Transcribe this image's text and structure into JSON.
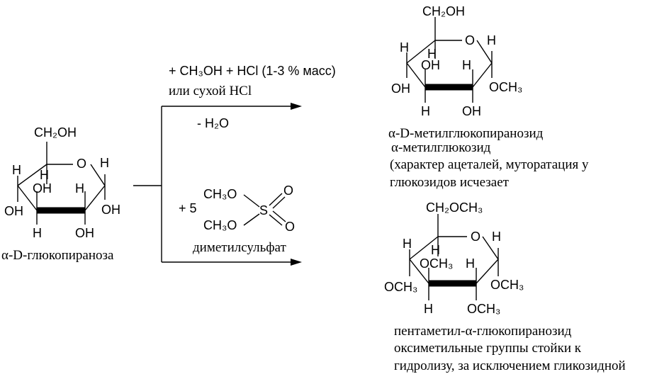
{
  "reactant": {
    "atoms": {
      "ch2oh": "CH₂OH",
      "o": "O",
      "h_tl": "H",
      "h_c4": "H",
      "oh_c3": "OH",
      "h_c2": "H",
      "h_tr": "H",
      "oh_left": "OH",
      "oh_right": "OH",
      "h_bottom": "H",
      "oh_bottom": "OH"
    },
    "name": "α-D-глюкопираноза"
  },
  "reaction1": {
    "line1": "+ CH₃OH + HCl (1-3 % масс)",
    "line2": "или сухой HCl",
    "byproduct": "- H₂O"
  },
  "reaction2": {
    "coeff": "+ 5",
    "ch3o_top": "CH₃O",
    "ch3o_bottom": "CH₃O",
    "s": "S",
    "o_top": "O",
    "o_bottom": "O",
    "reagent_name": "диметилсульфат"
  },
  "product1": {
    "atoms": {
      "ch2oh": "CH₂OH",
      "o": "O",
      "h_tl": "H",
      "h_c4": "H",
      "oh_c3": "OH",
      "h_c2": "H",
      "h_tr": "H",
      "oh_left": "OH",
      "och3_right": "OCH₃",
      "h_bottom": "H",
      "oh_bottom": "OH"
    },
    "name_line1": "α-D-метилглюкопиранозид",
    "name_line2": "α-метилглюкозид",
    "note_line1": "(характер ацеталей, мутоpатация у",
    "note_line2": "глюкозидов исчезает"
  },
  "product2": {
    "atoms": {
      "ch2och3": "CH₂OCH₃",
      "o": "O",
      "h_tl": "H",
      "h_c4": "H",
      "och3_c3": "OCH₃",
      "h_c2": "H",
      "h_tr": "H",
      "och3_left": "OCH₃",
      "och3_right": "OCH₃",
      "h_bottom": "H",
      "och3_bottom": "OCH₃"
    },
    "name": "пентаметил-α-глюкопиранозид",
    "note_line1": "оксиметильные группы стойки к",
    "note_line2": "гидролизу, за исключением гликозидной"
  }
}
